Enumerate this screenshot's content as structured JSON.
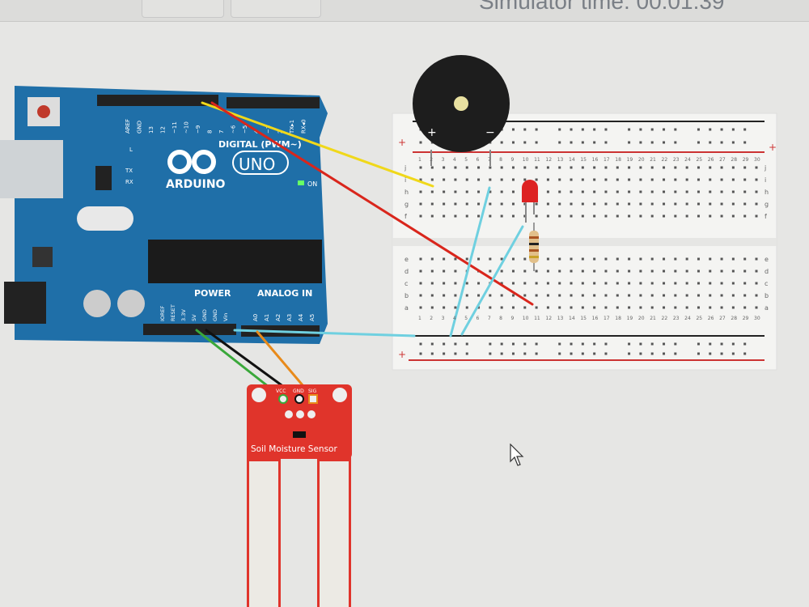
{
  "header": {
    "simulator_time": "Simulator time: 00:01:39"
  },
  "arduino": {
    "brand": "ARDUINO",
    "model": "UNO",
    "digital_label": "DIGITAL (PWM~)",
    "power_label": "POWER",
    "analog_label": "ANALOG IN",
    "on_label": "ON",
    "led_labels": [
      "L",
      "TX",
      "RX"
    ],
    "digital_pins": [
      "AREF",
      "GND",
      "13",
      "12",
      "~11",
      "~10",
      "~9",
      "8",
      "7",
      "~6",
      "~5",
      "4",
      "~3",
      "2",
      "TX▸1",
      "RX◂0"
    ],
    "power_pins": [
      "IOREF",
      "RESET",
      "3.3V",
      "5V",
      "GND",
      "GND",
      "Vin"
    ],
    "analog_pins": [
      "A0",
      "A1",
      "A2",
      "A3",
      "A4",
      "A5"
    ]
  },
  "breadboard": {
    "row_letters_top": [
      "j",
      "i",
      "h",
      "g",
      "f"
    ],
    "row_letters_bottom": [
      "e",
      "d",
      "c",
      "b",
      "a"
    ],
    "columns": 30,
    "rail_plus": "+",
    "rail_minus": "−"
  },
  "buzzer": {
    "plus": "+",
    "minus": "−"
  },
  "sensor": {
    "title": "Soil Moisture Sensor",
    "pins": [
      "VCC",
      "GND",
      "SIG"
    ]
  },
  "colors": {
    "arduino": "#1f6fa8",
    "sensor": "#e0342b",
    "wire_red": "#d9261c",
    "wire_yellow": "#f0d81a",
    "wire_cyan": "#6fd0e0",
    "wire_green": "#3aa83a",
    "wire_orange": "#e88a1a",
    "wire_black": "#111111"
  }
}
